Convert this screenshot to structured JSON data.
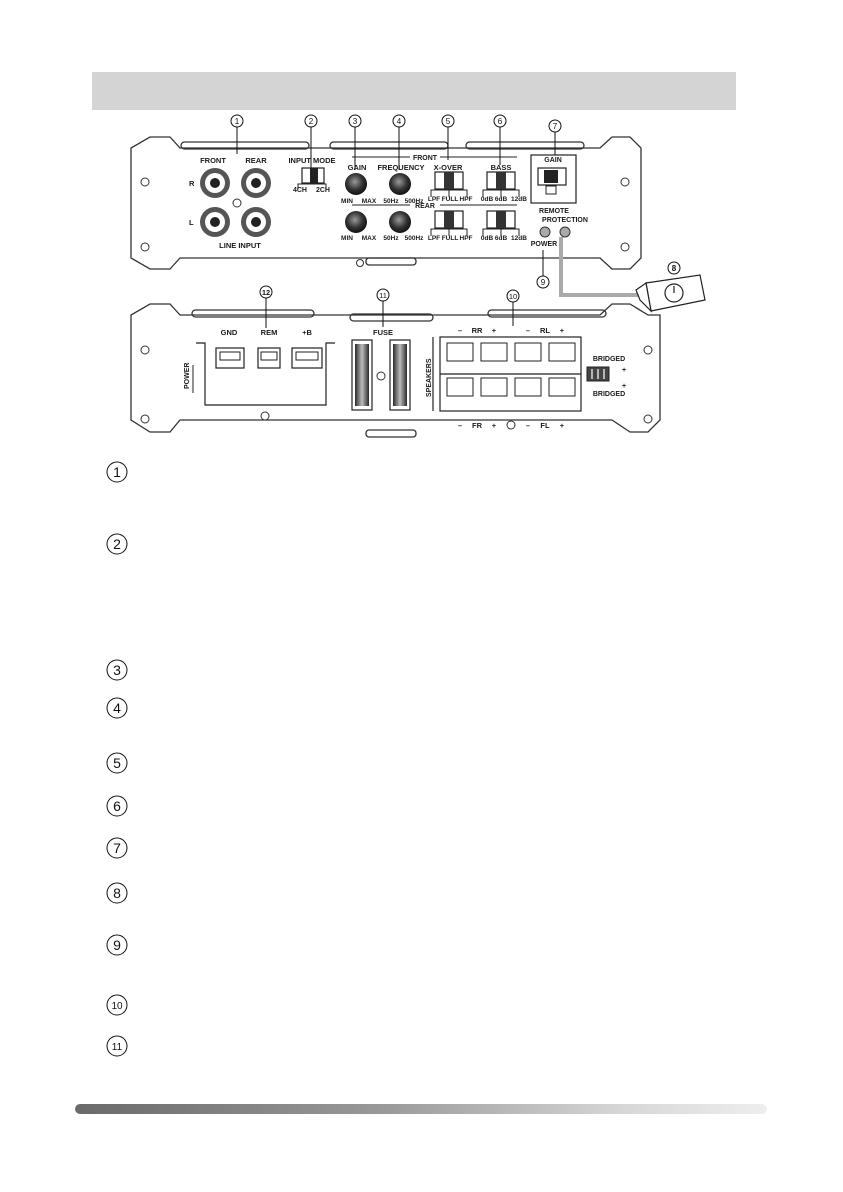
{
  "callouts": [
    "1",
    "2",
    "3",
    "4",
    "5",
    "6",
    "7",
    "8",
    "9",
    "10",
    "11",
    "12"
  ],
  "top_panel": {
    "front": "FRONT",
    "rear": "REAR",
    "r": "R",
    "l": "L",
    "line_input": "LINE INPUT",
    "input_mode": "INPUT MODE",
    "ch4": "4CH",
    "ch2": "2CH",
    "gain": "GAIN",
    "frequency": "FREQUENCY",
    "front_group": "FRONT",
    "rear_group": "REAR",
    "xover": "X-OVER",
    "bass": "BASS",
    "min": "MIN",
    "max": "MAX",
    "hz50": "50Hz",
    "hz500": "500Hz",
    "lpf": "LPF",
    "full": "FULL",
    "hpf": "HPF",
    "db0": "0dB",
    "db6": "6dB",
    "db12": "12dB",
    "remote_gain": "GAIN",
    "remote": "REMOTE",
    "protection": "PROTECTION",
    "power": "POWER"
  },
  "bottom_panel": {
    "gnd": "GND",
    "rem": "REM",
    "b": "+B",
    "power": "POWER",
    "fuse": "FUSE",
    "speakers": "SPEAKERS",
    "rr": "RR",
    "rl": "RL",
    "fr": "FR",
    "fl": "FL",
    "minus": "–",
    "plus": "+",
    "bridged": "BRIDGED"
  },
  "item_numbers": [
    "1",
    "2",
    "3",
    "4",
    "5",
    "6",
    "7",
    "8",
    "9",
    "10",
    "11"
  ]
}
